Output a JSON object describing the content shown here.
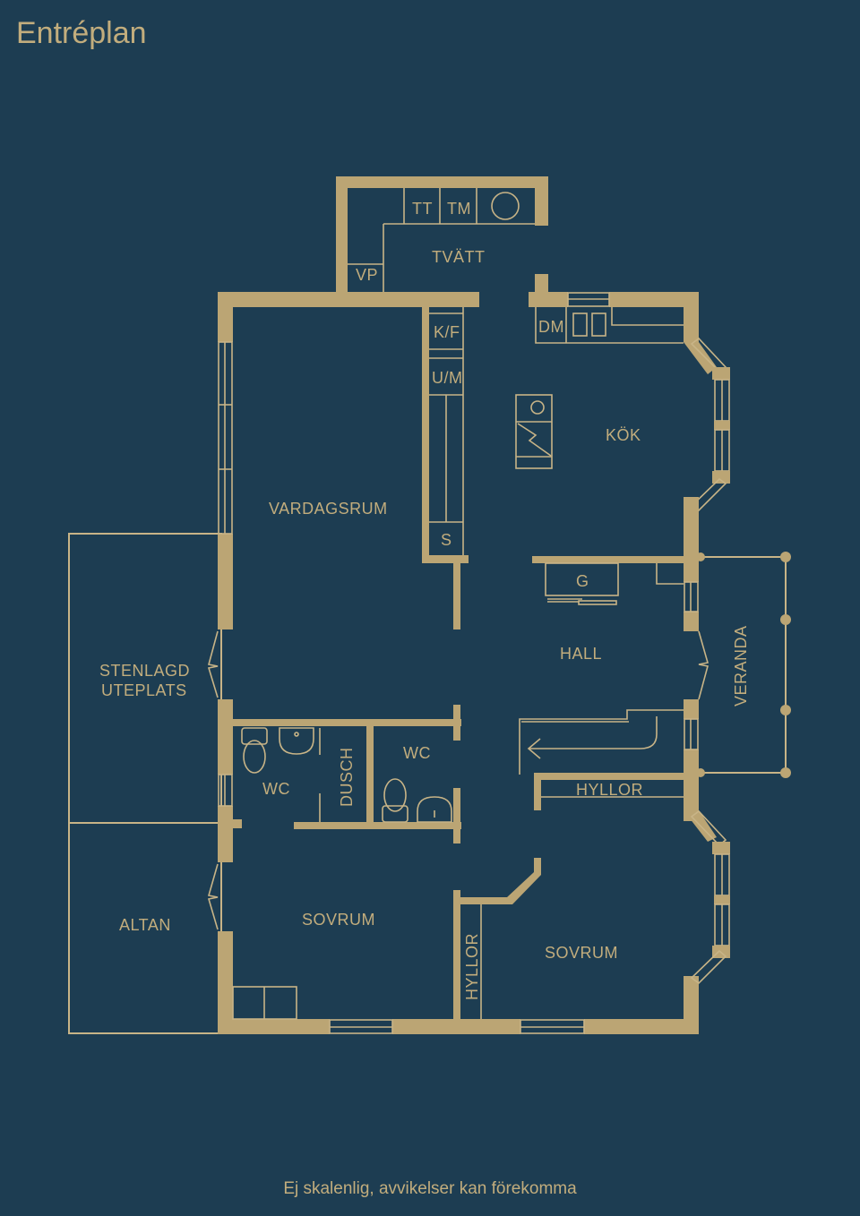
{
  "header": {
    "title": "Entréplan"
  },
  "footer": {
    "disclaimer": "Ej skalenlig, avvikelser kan förekomma"
  },
  "colors": {
    "background": "#1d3d52",
    "walls": "#bba574",
    "text": "#c2ad7d"
  },
  "rooms": {
    "tt": "TT",
    "tm": "TM",
    "tvatt": "TVÄTT",
    "vp": "VP",
    "kf": "K/F",
    "um": "U/M",
    "s": "S",
    "dm": "DM",
    "kok": "KÖK",
    "vardagsrum": "VARDAGSRUM",
    "g": "G",
    "hall": "HALL",
    "veranda": "VERANDA",
    "stenlagd": "STENLAGD",
    "uteplats": "UTEPLATS",
    "wc1": "WC",
    "dusch": "DUSCH",
    "wc2": "WC",
    "hyllor1": "HYLLOR",
    "hyllor2": "HYLLOR",
    "sovrum1": "SOVRUM",
    "sovrum2": "SOVRUM",
    "altan": "ALTAN"
  }
}
